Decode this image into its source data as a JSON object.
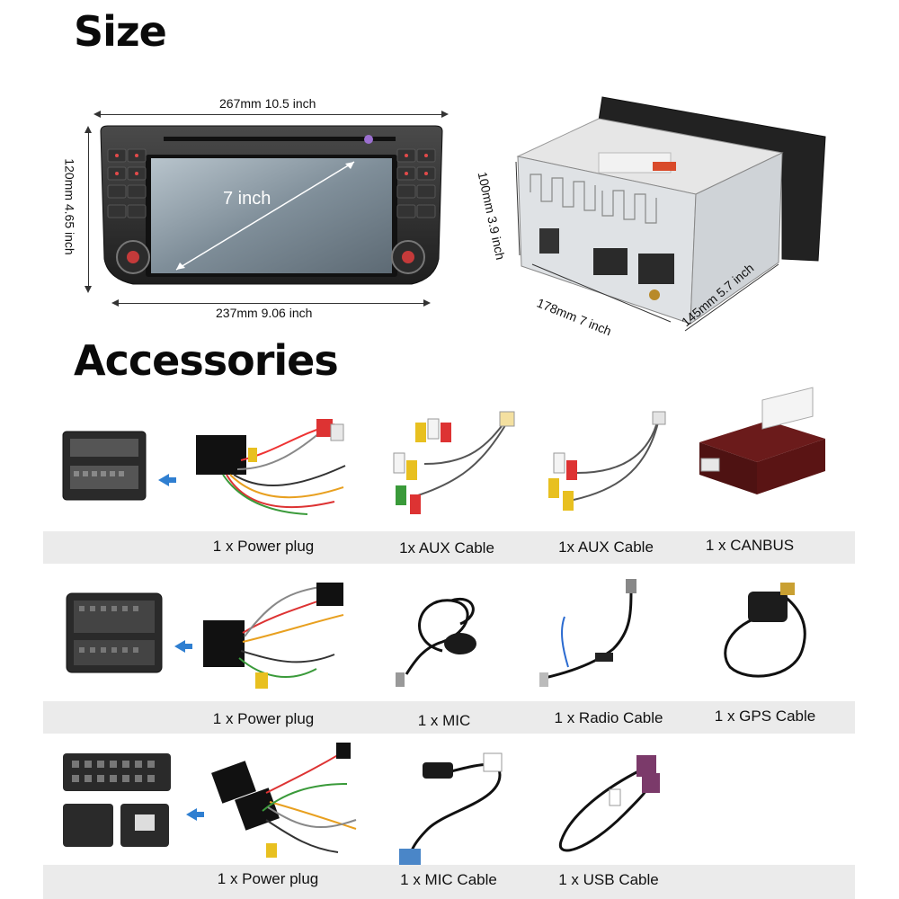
{
  "headings": {
    "size": "Size",
    "accessories": "Accessories"
  },
  "dimensions": {
    "front_width": "267mm 10.5 inch",
    "front_height": "120mm 4.65 inch",
    "screen_size": "7 inch",
    "bottom_width": "237mm 9.06 inch",
    "depth_height": "100mm 3.9 inch",
    "depth_length": "178mm 7 inch",
    "depth_width": "145mm 5.7 inch"
  },
  "accessories": {
    "row1": [
      "1 x Power plug",
      "1x AUX Cable",
      "1x AUX Cable",
      "1 x CANBUS"
    ],
    "row2": [
      "1 x Power plug",
      "1 x MIC",
      "1 x Radio Cable",
      "1 x GPS Cable"
    ],
    "row3": [
      "1 x Power plug",
      "1 x MIC Cable",
      "1 x USB Cable"
    ]
  },
  "colors": {
    "arrow_blue": "#2f7fd1",
    "band_gray": "#ebebeb",
    "unit_black": "#2a2a2a",
    "screen": "#8a9aa6"
  }
}
